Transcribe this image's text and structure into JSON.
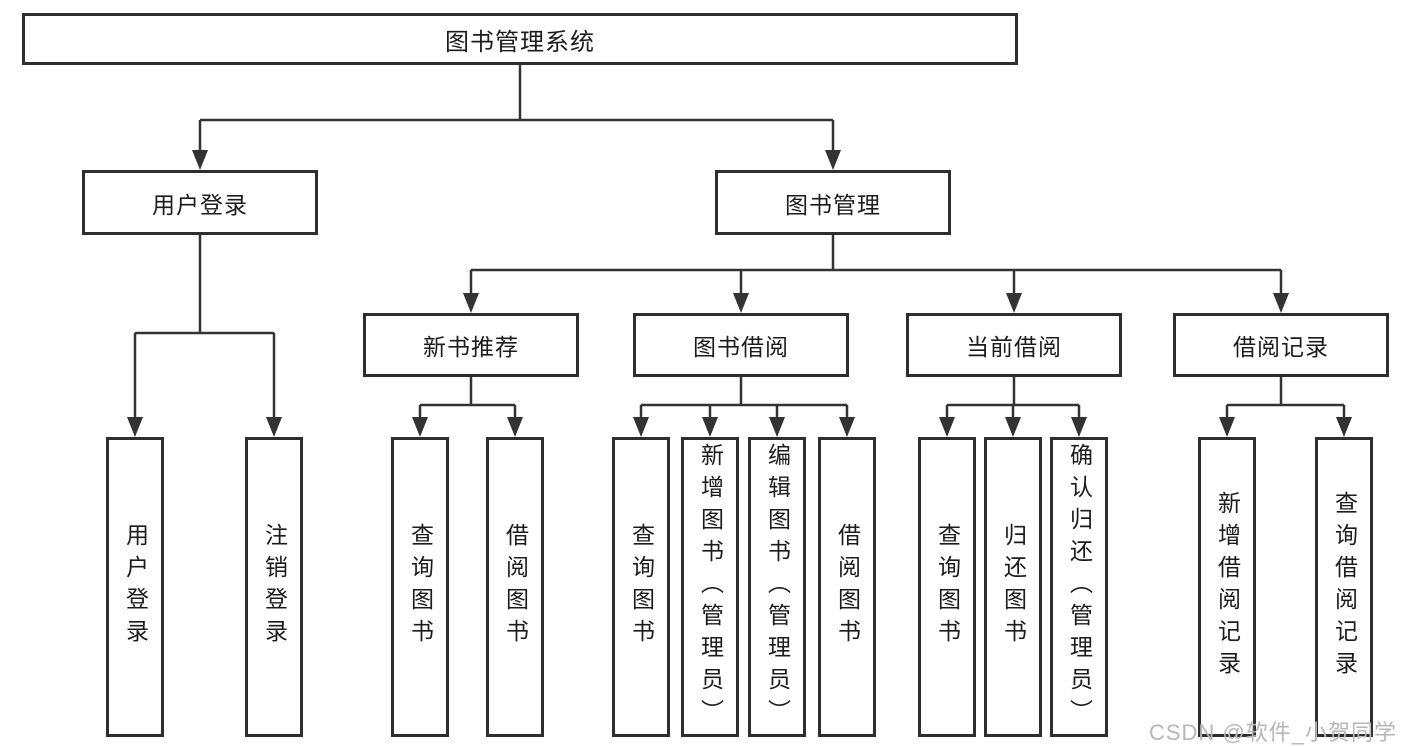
{
  "diagram": {
    "root": {
      "label": "图书管理系统"
    },
    "branches": [
      {
        "label": "用户登录",
        "children": [
          {
            "label": "用户登录"
          },
          {
            "label": "注销登录"
          }
        ]
      },
      {
        "label": "图书管理",
        "children": [
          {
            "label": "新书推荐",
            "children": [
              {
                "label": "查询图书"
              },
              {
                "label": "借阅图书"
              }
            ]
          },
          {
            "label": "图书借阅",
            "children": [
              {
                "label": "查询图书"
              },
              {
                "label": "新增图书（管理员）"
              },
              {
                "label": "编辑图书（管理员）"
              },
              {
                "label": "借阅图书"
              }
            ]
          },
          {
            "label": "当前借阅",
            "children": [
              {
                "label": "查询图书"
              },
              {
                "label": "归还图书"
              },
              {
                "label": "确认归还（管理员）"
              }
            ]
          },
          {
            "label": "借阅记录",
            "children": [
              {
                "label": "新增借阅记录"
              },
              {
                "label": "查询借阅记录"
              }
            ]
          }
        ]
      }
    ],
    "watermark": "CSDN @软件_小贺同学",
    "colors": {
      "line": "#333333",
      "border": "#2e2e2e",
      "text": "#1c1c1c",
      "background": "#ffffff",
      "watermark": "#b7b7b7"
    }
  }
}
